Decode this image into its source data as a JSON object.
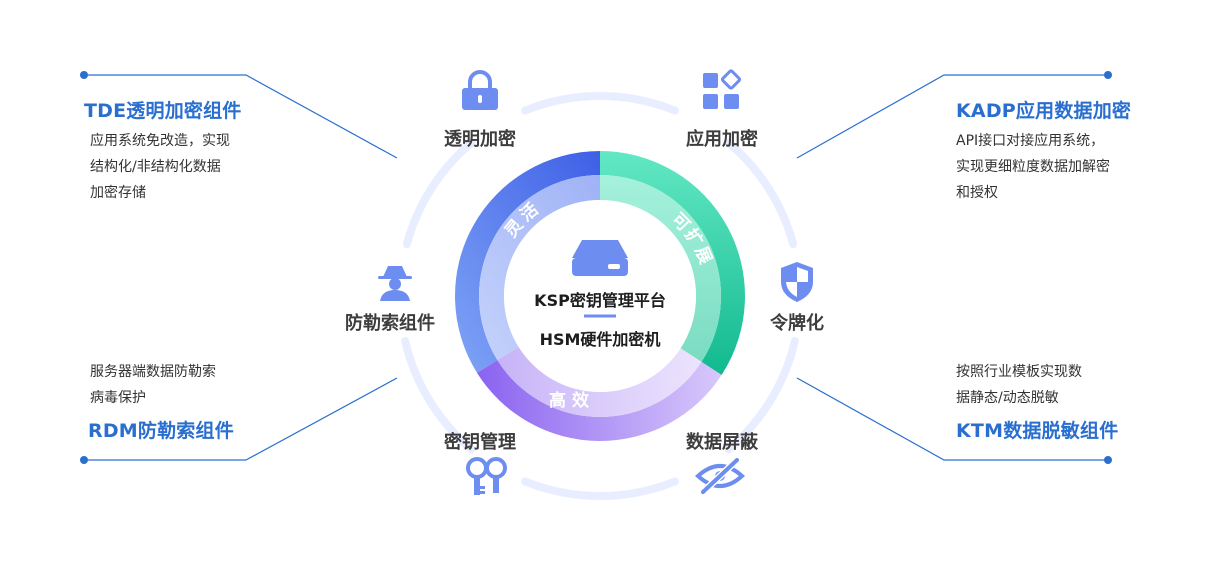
{
  "cards": [
    {
      "id": "tde",
      "title": "TDE透明加密组件",
      "lines": [
        "应用系统免改造，实现",
        "结构化/非结构化数据",
        "加密存储"
      ]
    },
    {
      "id": "kadp",
      "title": "KADP应用数据加密",
      "lines": [
        "API接口对接应用系统，",
        "实现更细粒度数据加解密",
        "和授权"
      ]
    },
    {
      "id": "rdm",
      "title": "RDM防勒索组件",
      "lines": [
        "服务器端数据防勒索",
        "病毒保护"
      ]
    },
    {
      "id": "ktm",
      "title": "KTM数据脱敏组件",
      "lines": [
        "按照行业模板实现数",
        "据静态/动态脱敏"
      ]
    }
  ],
  "segments": {
    "transparent": "透明加密",
    "application": "应用加密",
    "token": "令牌化",
    "ransomware": "防勒索组件",
    "key_mgmt": "密钥管理",
    "masking": "数据屏蔽"
  },
  "ring_words": {
    "flexible": "灵活",
    "scalable": "可扩展",
    "efficient": "高效"
  },
  "center": {
    "line1": "KSP密钥管理平台",
    "line2": "HSM硬件加密机"
  },
  "colors": {
    "accent": "#2a6fd0",
    "ring_blue": "#5a78ee",
    "ring_teal": "#20c9a4",
    "ring_purple": "#9a7cf3",
    "icon": "#6d8ef0",
    "outer_ring": "#e8eeff"
  },
  "icons": [
    "lock-icon",
    "apps-grid-icon",
    "shield-icon",
    "spy-user-icon",
    "key-icon",
    "eye-slash-icon",
    "server-icon"
  ]
}
